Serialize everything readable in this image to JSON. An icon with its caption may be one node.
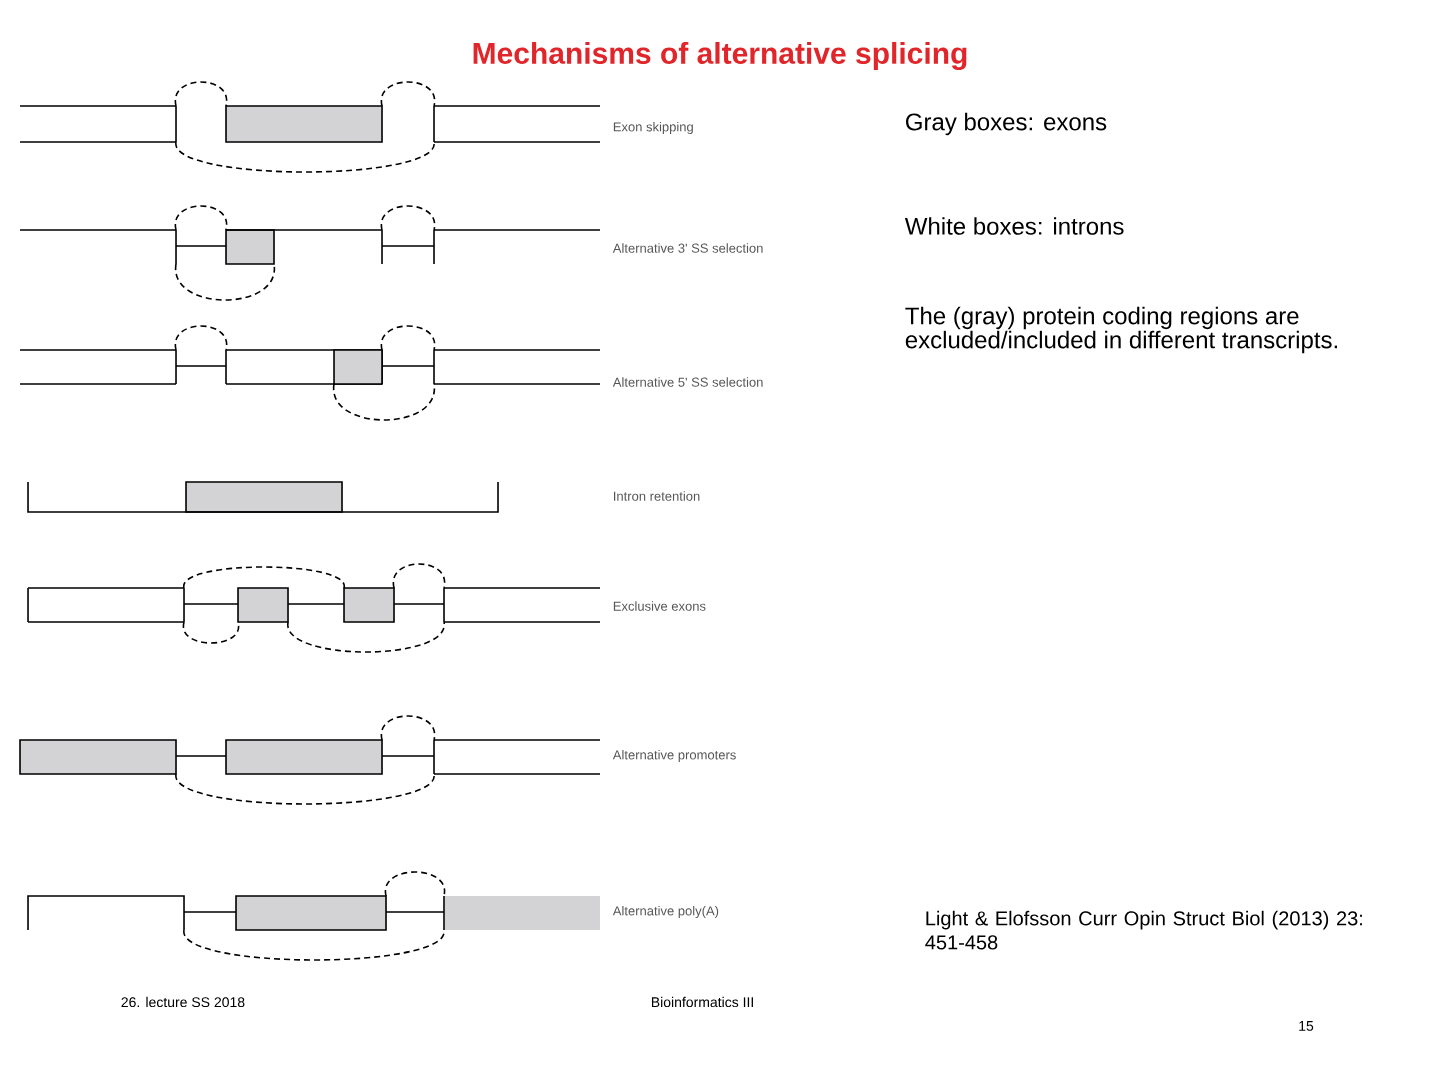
{
  "diagram": {
    "title": "Mechanisms of alternative splicing",
    "labels": [
      "Exon skipping",
      "Gray boxes: exons",
      "Alternative 3' SS selection",
      "White boxes: introns",
      "The (gray) protein coding regions are excluded/included in different transcripts.",
      "Alternative 5' SS selection",
      "Intron retention",
      "Exclusive exons",
      "Alternative promoters",
      "Light & Elofsson Curr Opin Struct Biol (2013) 23: 451-458",
      "Alternative poly(A)",
      "26. lecture SS 2018",
      "Bioinformatics III",
      "15"
    ]
  }
}
